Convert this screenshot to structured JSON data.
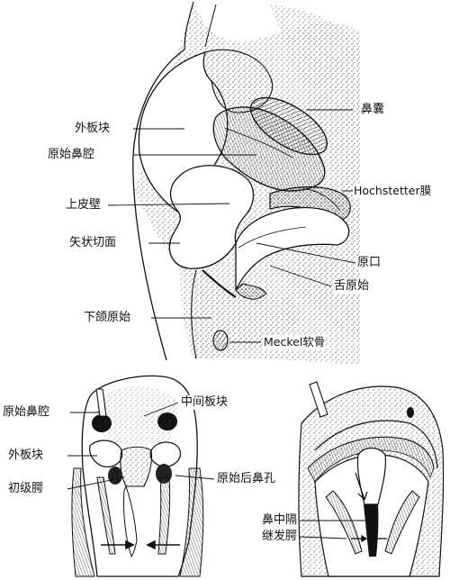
{
  "labels": {
    "nasal_sac": "鼻囊",
    "lateral_nasal_process_top": "外板块",
    "primitive_nasal_cavity_top": "原始鼻腔",
    "hochstetter_membrane": "Hochstetter膜",
    "epithelial_wall": "上皮壁",
    "sagittal_section": "矢状切面",
    "stomodeum": "原口",
    "tongue_primordium": "舌原始",
    "mandibular_primordium": "下颌原始",
    "meckel_cartilage": "Meckel软骨",
    "primitive_nasal_cavity_bottom": "原始鼻腔",
    "median_nasal_process": "中间板块",
    "lateral_nasal_process_bottom": "外板块",
    "primitive_choana": "原始后鼻孔",
    "primary_palate": "初级腭",
    "nasal_septum": "鼻中隔",
    "secondary_palate": "继发腭"
  }
}
